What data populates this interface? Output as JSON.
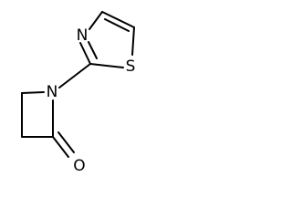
{
  "structure": {
    "atoms": {
      "n_thiazole": "N",
      "s_thiazole": "S",
      "n_azetidinone": "N",
      "o_carbonyl": "O"
    }
  }
}
